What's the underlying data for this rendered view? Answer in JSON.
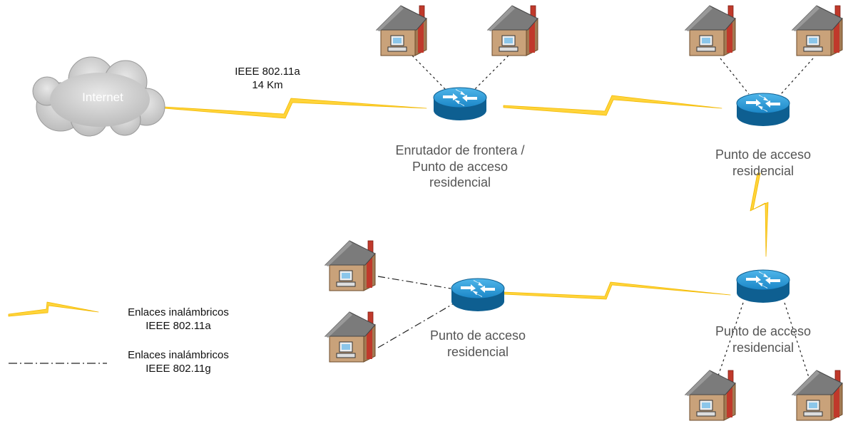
{
  "internet": {
    "label": "Internet"
  },
  "uplink": {
    "standard": "IEEE 802.11a",
    "distance": "14 Km"
  },
  "nodes": {
    "border": {
      "line1": "Enrutador de frontera /",
      "line2": "Punto de acceso",
      "line3": "residencial"
    },
    "ap_top_right": {
      "line1": "Punto de acceso",
      "line2": "residencial"
    },
    "ap_bottom_right": {
      "line1": "Punto de acceso",
      "line2": "residencial"
    },
    "ap_bottom_mid": {
      "line1": "Punto de acceso",
      "line2": "residencial"
    }
  },
  "legend": {
    "wireless_a": {
      "line1": "Enlaces inalámbricos",
      "line2": "IEEE 802.11a"
    },
    "wireless_g": {
      "line1": "Enlaces inalámbricos",
      "line2": "IEEE 802.11g"
    }
  },
  "colors": {
    "lightning": "#ffd43a",
    "lightning_stroke": "#f2b800",
    "router": "#1b86c7",
    "router_dark": "#0e5f91",
    "house_wall": "#c9a27a",
    "house_roof": "#7b7b7b",
    "chimney": "#c0392b",
    "cloud": "#cfcfcf"
  }
}
